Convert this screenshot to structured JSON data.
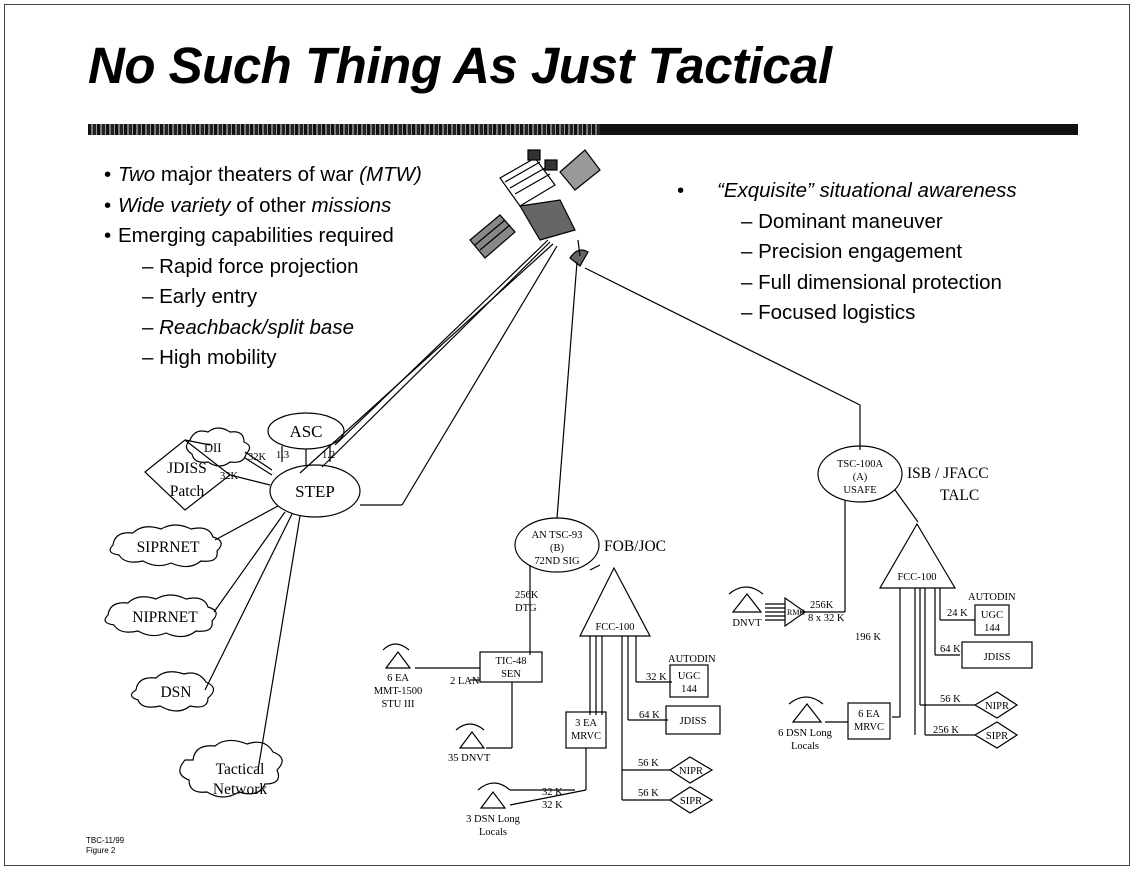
{
  "title": "No Such Thing As Just Tactical",
  "left_bullets": {
    "items": [
      {
        "pre_italic": "Two",
        "text": " major theaters of war ",
        "post_italic": "(MTW)"
      },
      {
        "pre_italic": "Wide variety",
        "text": " of other ",
        "post_italic": "missions"
      },
      {
        "pre_italic": "",
        "text": "Emerging capabilities required",
        "post_italic": ""
      }
    ],
    "subitems": [
      {
        "text": "Rapid force projection",
        "italic": false
      },
      {
        "text": "Early entry",
        "italic": false
      },
      {
        "text": "Reachback/split base",
        "italic": true
      },
      {
        "text": "High mobility",
        "italic": false
      }
    ]
  },
  "right_bullets": {
    "head_italic": "“Exquisite”",
    "head_text": " situational awareness",
    "subitems": [
      "Dominant maneuver",
      "Precision engagement",
      "Full dimensional protection",
      "Focused logistics"
    ]
  },
  "footer": {
    "line1": "TBC-11/99",
    "line2": "Figure 2"
  },
  "diagram": {
    "step": "STEP",
    "asc": "ASC",
    "asc_l1": "1.3",
    "asc_l2": "1.2",
    "dii": "DII",
    "dii_speed1": "32K",
    "dii_speed2": "32K",
    "jdiss_patch_1": "JDISS",
    "jdiss_patch_2": "Patch",
    "siprnet": "SIPRNET",
    "niprnet": "NIPRNET",
    "dsn": "DSN",
    "tactical_1": "Tactical",
    "tactical_2": "Network",
    "tsc93_1": "AN TSC-93",
    "tsc93_2": "(B)",
    "tsc93_3": "72ND SIG",
    "fob": "FOB/JOC",
    "k256": "256K",
    "dtg": "DTG",
    "tic48_1": "TIC-48",
    "tic48_2": "SEN",
    "mmt_1": "6 EA",
    "mmt_2": "MMT-1500",
    "mmt_3": "STU III",
    "lan": "2 LAN",
    "dnvt35": "35 DNVT",
    "fcc_mid": "FCC-100",
    "autodin_mid": "AUTODIN",
    "k32_mid": "32 K",
    "ugc_mid_1": "UGC",
    "ugc_mid_2": "144",
    "k64_mid": "64 K",
    "jdiss_mid": "JDISS",
    "mrvc_mid_1": "3 EA",
    "mrvc_mid_2": "MRVC",
    "k56_mid_a": "56 K",
    "nipr_mid": "NIPR",
    "k56_mid_b": "56 K",
    "sipr_mid": "SIPR",
    "k32_low_a": "32 K",
    "k32_low_b": "32 K",
    "dsn3_1": "3 DSN Long",
    "dsn3_2": "Locals",
    "tsc100_1": "TSC-100A",
    "tsc100_2": "(A)",
    "tsc100_3": "USAFE",
    "isb_1": "ISB / JFACC",
    "isb_2": "TALC",
    "fcc_right": "FCC-100",
    "autodin_right": "AUTODIN",
    "k24_right": "24 K",
    "ugc_right_1": "UGC",
    "ugc_right_2": "144",
    "k64_right": "64 K",
    "jdiss_right": "JDISS",
    "dnvt_right": "DNVT",
    "rmc": "RMC",
    "k256_right": "256K",
    "k8x32": "8 x 32 K",
    "k196": "196 K",
    "mrvc_right_1": "6 EA",
    "mrvc_right_2": "MRVC",
    "dsn6_1": "6 DSN Long",
    "dsn6_2": "Locals",
    "k56_right": "56 K",
    "nipr_right": "NIPR",
    "k256_right_b": "256 K",
    "sipr_right": "SIPR"
  }
}
